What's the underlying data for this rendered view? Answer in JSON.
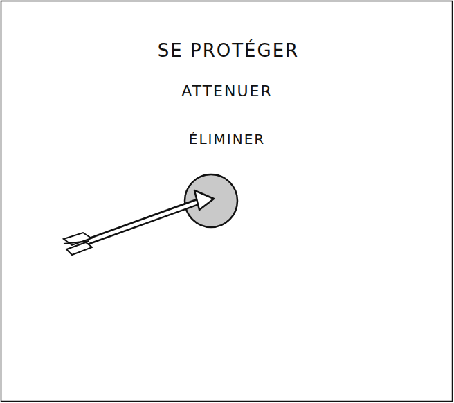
{
  "diagram": {
    "nodes": [
      {
        "text": [
          "SE PROTÉGER"
        ]
      },
      {
        "text": [
          "ATTENUER"
        ],
        "in": 0
      },
      {
        "text": [
          "ÉLIMINER"
        ],
        "in": 1
      }
    ]
  }
}
